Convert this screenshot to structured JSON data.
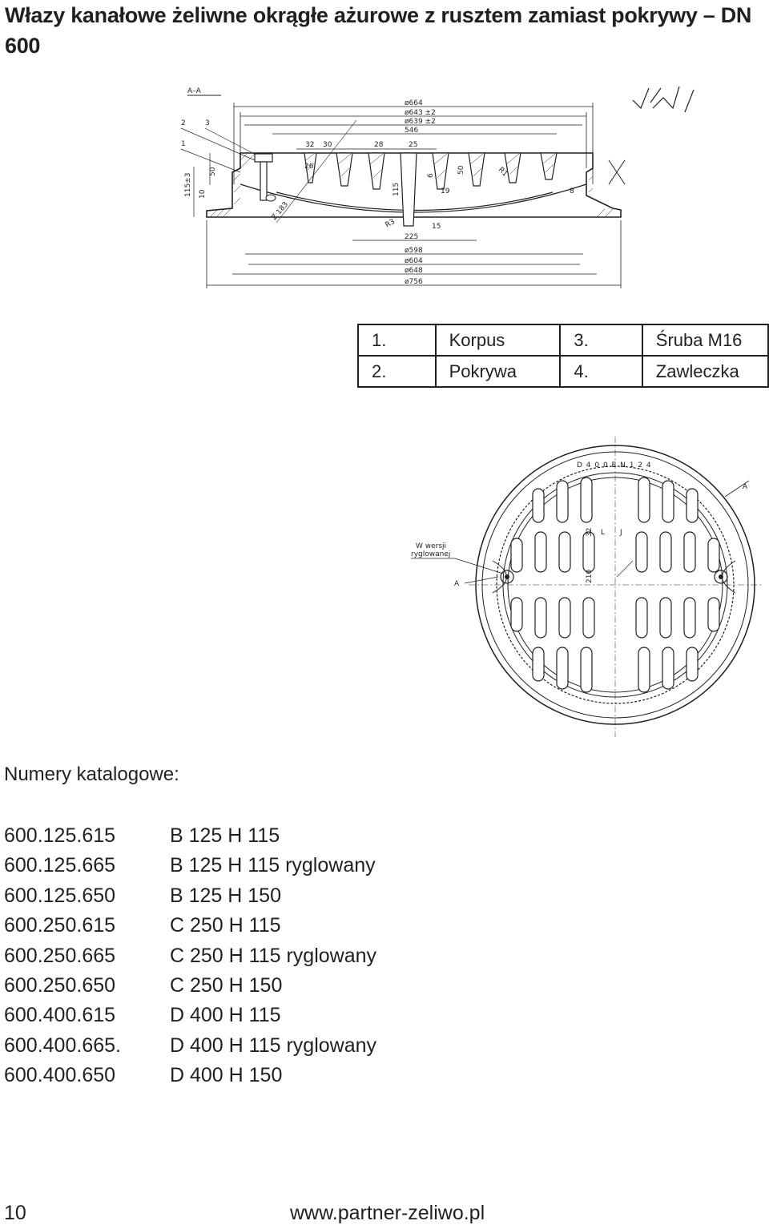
{
  "page": {
    "title": "Włazy kanałowe żeliwne okrągłe ażurowe z rusztem zamiast pokrywy – DN 600"
  },
  "section_drawing": {
    "section_label": "A–A",
    "diameters_top": [
      "ø664",
      "ø643 ±2",
      "ø639 ±2",
      "546"
    ],
    "dims_top": [
      "32",
      "30",
      "28",
      "25"
    ],
    "dims_left": [
      "2",
      "3",
      "1",
      "115±3",
      "50",
      "10"
    ],
    "dims_inner": [
      "26",
      "115",
      "6",
      "50",
      "19",
      "R1",
      "8",
      "R3",
      "15",
      "225",
      "Z 183"
    ],
    "diameters_bottom": [
      "ø598",
      "ø604",
      "ø648",
      "ø756"
    ]
  },
  "parts_table": [
    {
      "num": "1.",
      "label": "Korpus",
      "num2": "3.",
      "label2": "Śruba M16"
    },
    {
      "num": "2.",
      "label": "Pokrywa",
      "num2": "4.",
      "label2": "Zawleczka"
    }
  ],
  "plan_drawing": {
    "rim_text": "D 4 0 0   E N  1 2 4",
    "section_mark": "A",
    "variant_note_1": "W  wersji",
    "variant_note_2": "ryglowanej",
    "dim_32": "32",
    "dim_210": "210",
    "mark_l": "L",
    "mark_j": "J"
  },
  "catalog": {
    "label": "Numery katalogowe:",
    "items": [
      {
        "code": "600.125.615",
        "desc": "B 125 H 115"
      },
      {
        "code": "600.125.665",
        "desc": "B 125 H 115 ryglowany"
      },
      {
        "code": "600.125.650",
        "desc": "B 125 H 150"
      },
      {
        "code": "600.250.615",
        "desc": "C 250 H 115"
      },
      {
        "code": "600.250.665",
        "desc": "C 250 H 115 ryglowany"
      },
      {
        "code": "600.250.650",
        "desc": "C 250 H 150"
      },
      {
        "code": "600.400.615",
        "desc": "D 400 H 115"
      },
      {
        "code": "600.400.665.",
        "desc": "D 400 H 115 ryglowany"
      },
      {
        "code": "600.400.650",
        "desc": "D 400 H 150"
      }
    ]
  },
  "footer": {
    "page_number": "10",
    "website": "www.partner-zeliwo.pl"
  }
}
